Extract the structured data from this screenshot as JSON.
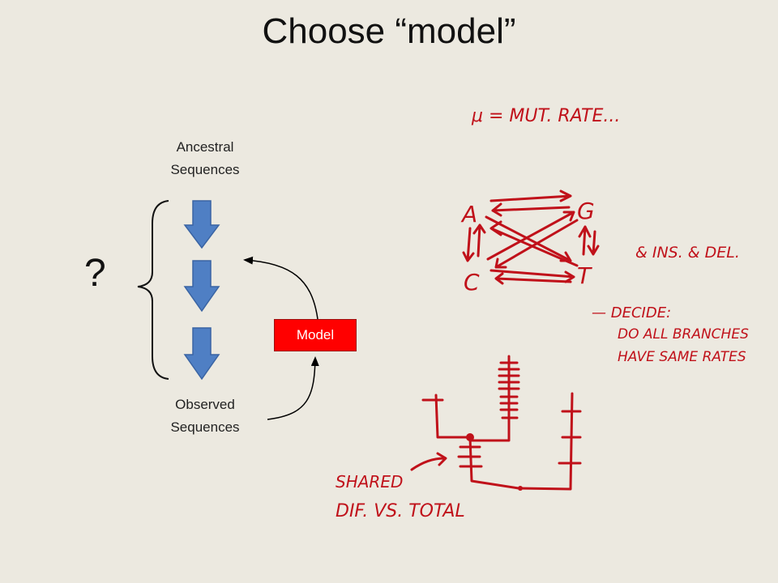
{
  "title": "Choose “model”",
  "diagram": {
    "ancestral_line1": "Ancestral",
    "ancestral_line2": "Sequences",
    "observed_line1": "Observed",
    "observed_line2": "Sequences",
    "question_mark": "?",
    "model_label": "Model"
  },
  "annotations": {
    "mu_note": "μ = MUT. RATE...",
    "nucleotides": [
      "A",
      "G",
      "C",
      "T"
    ],
    "indel_note": "& INS. & DEL.",
    "decide_line1": "— DECIDE:",
    "decide_line2": "DO ALL BRANCHES",
    "decide_line3": "HAVE SAME RATES",
    "shared_line1": "SHARED",
    "shared_line2": "DIF. VS. TOTAL"
  },
  "colors": {
    "background": "#ece9e0",
    "arrow_fill": "#4f7fc4",
    "model_box": "#ff0000",
    "ink": "#c0111a"
  }
}
